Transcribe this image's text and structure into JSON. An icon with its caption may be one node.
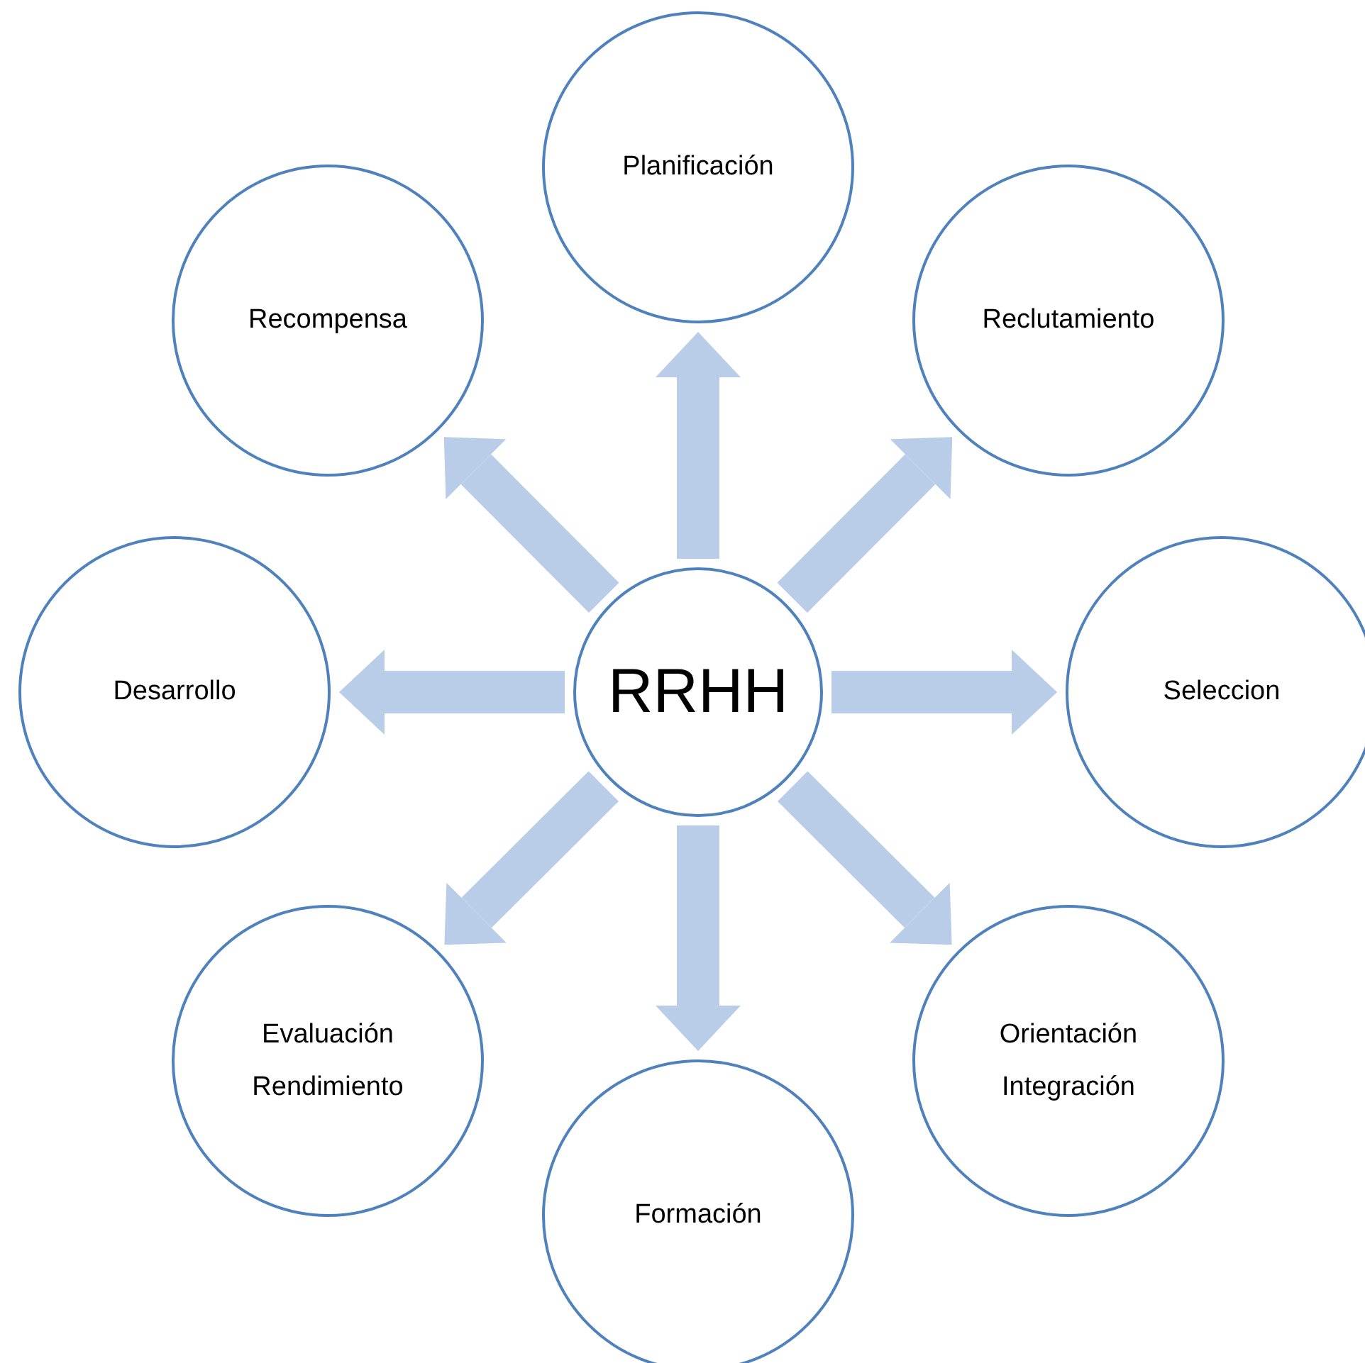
{
  "diagram": {
    "nodes": [
      {
        "text": [
          "Planificación"
        ]
      },
      {
        "text": [
          "Recompensa"
        ]
      },
      {
        "text": [
          "Reclutamiento"
        ]
      },
      {
        "text": [
          "Desarrollo"
        ]
      },
      {
        "text": [
          "RRHH"
        ]
      },
      {
        "text": [
          "Seleccion"
        ]
      },
      {
        "text": [
          "Evaluación Rendimiento"
        ]
      },
      {
        "text": [
          "Orientación Integración"
        ]
      },
      {
        "text": [
          "Formación"
        ]
      }
    ],
    "edges": [
      {
        "from": 4,
        "to": 0,
        "arrow": "to"
      },
      {
        "from": 4,
        "to": 2,
        "arrow": "to"
      },
      {
        "from": 4,
        "to": 5,
        "arrow": "to"
      },
      {
        "from": 4,
        "to": 7,
        "arrow": "to"
      },
      {
        "from": 4,
        "to": 8,
        "arrow": "to"
      },
      {
        "from": 4,
        "to": 6,
        "arrow": "to"
      },
      {
        "from": 4,
        "to": 3,
        "arrow": "to"
      },
      {
        "from": 4,
        "to": 1,
        "arrow": "to"
      }
    ]
  }
}
